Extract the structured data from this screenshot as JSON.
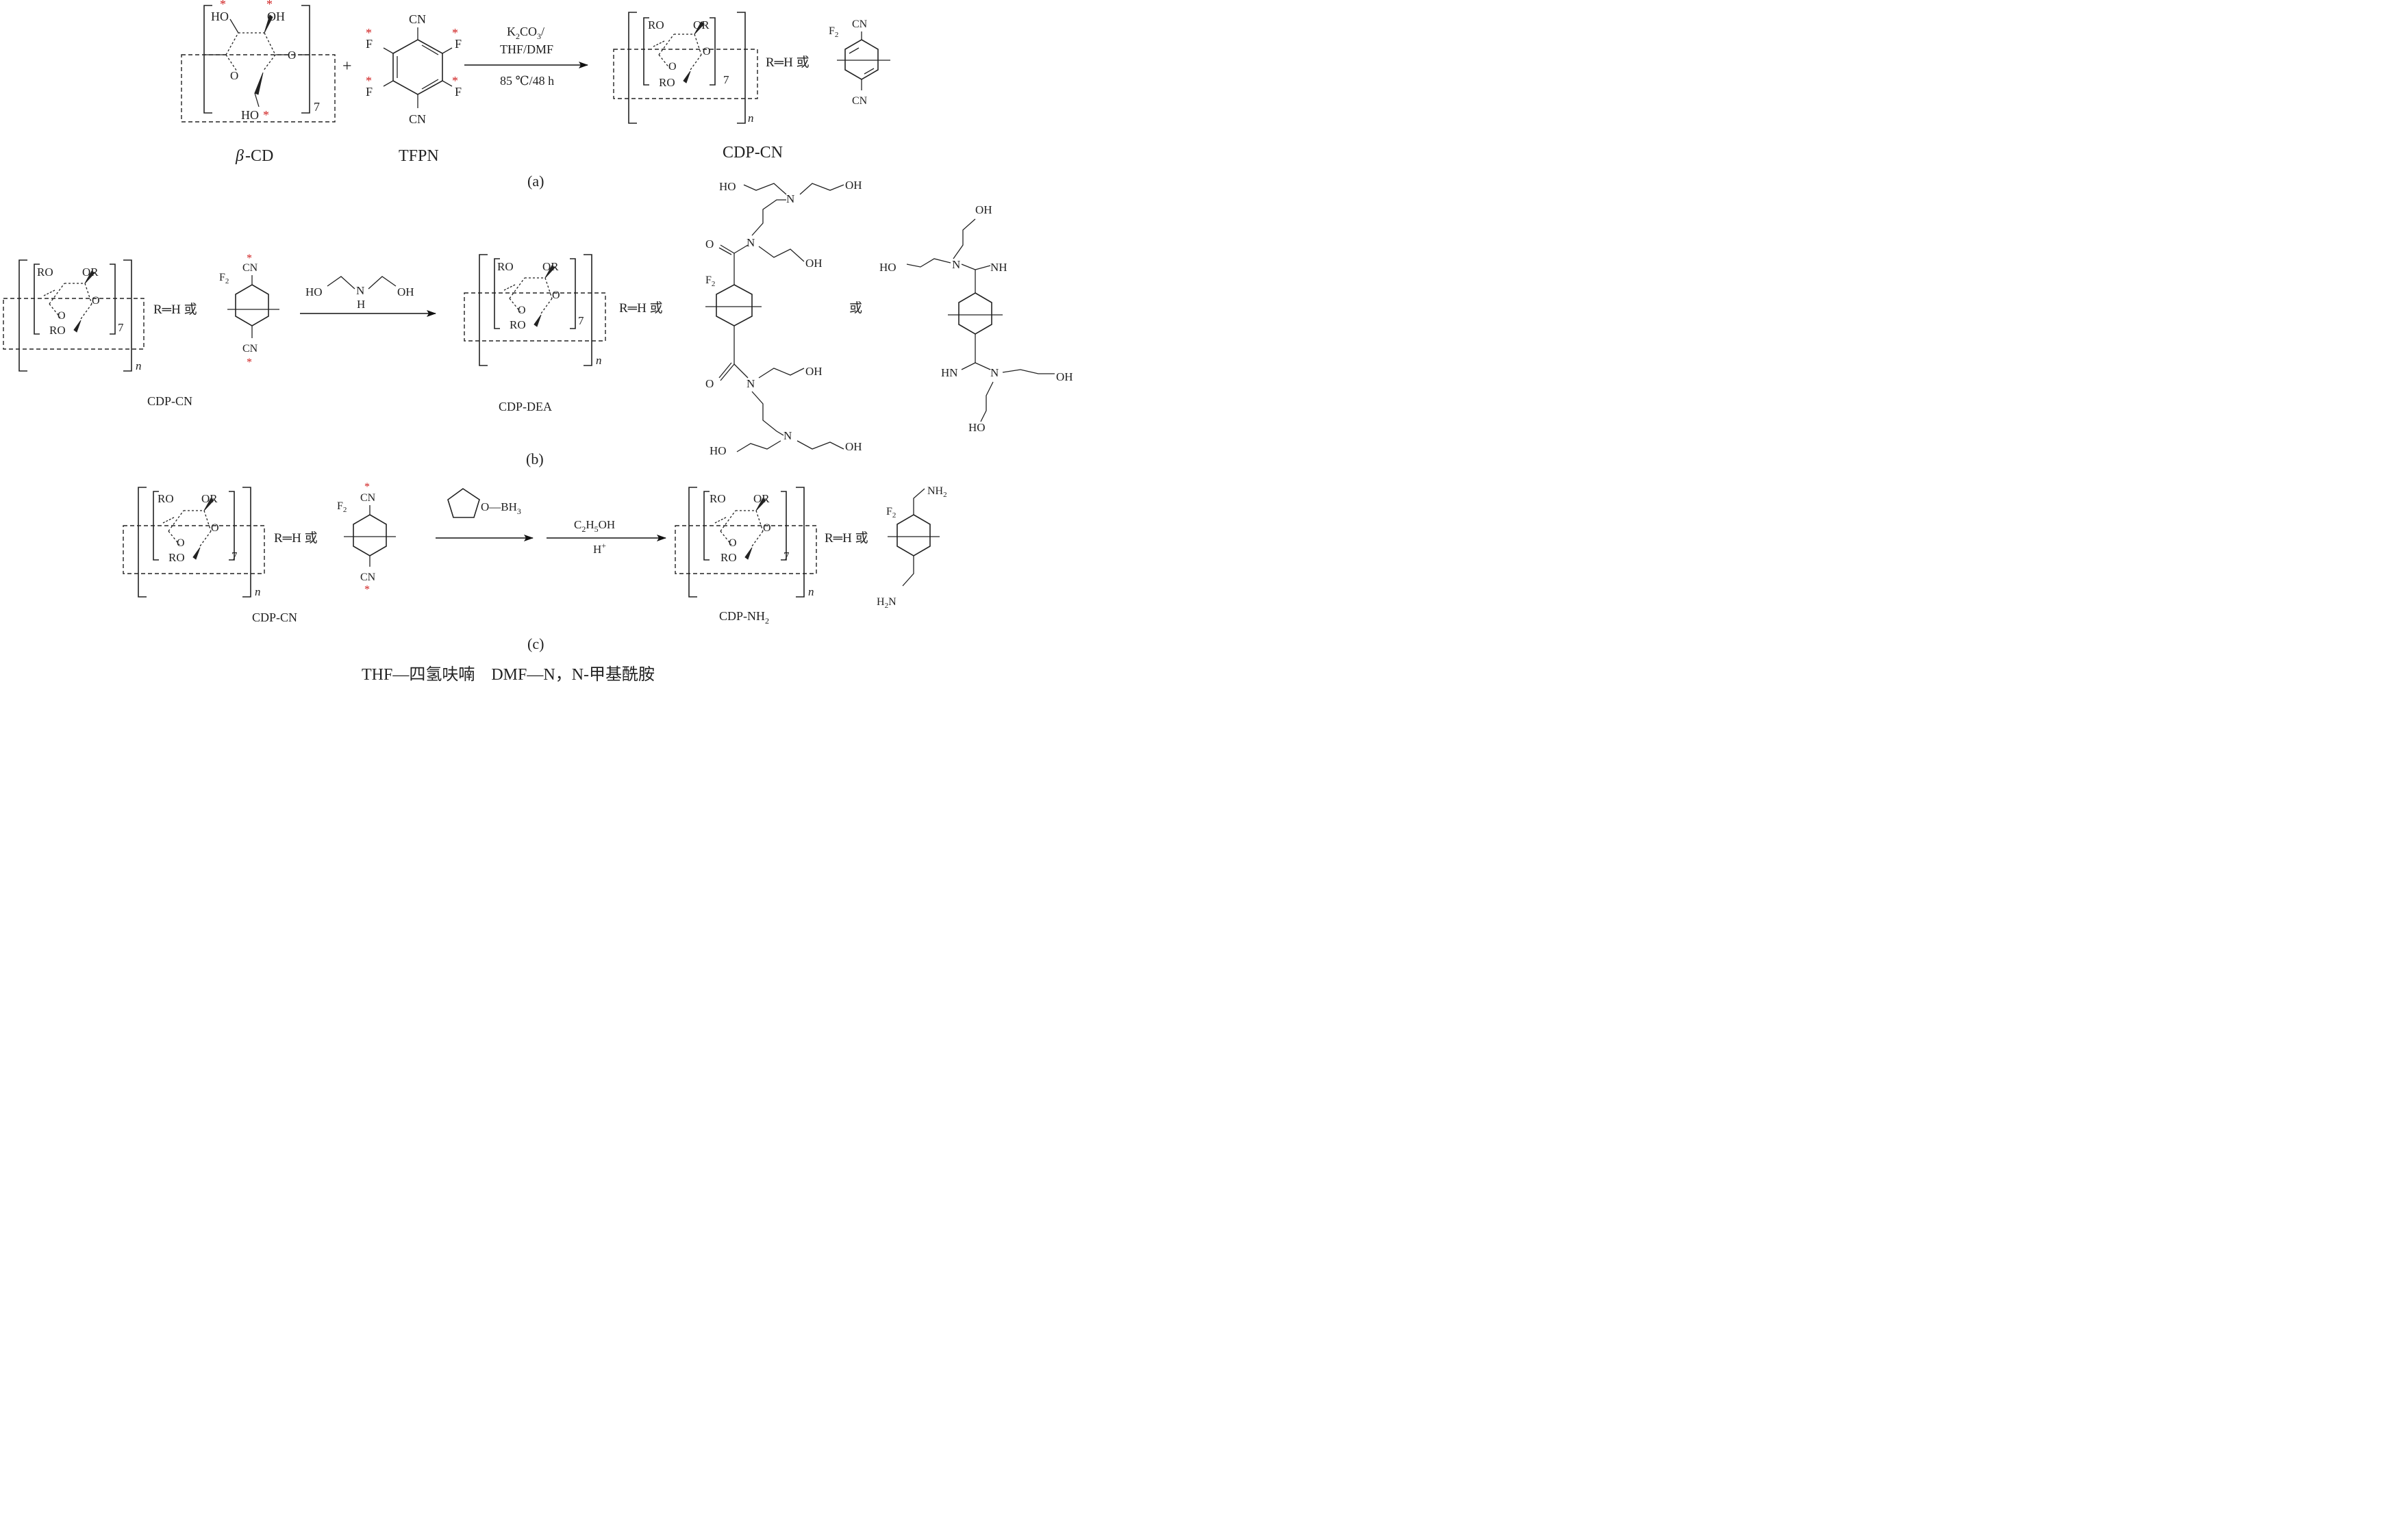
{
  "colors": {
    "asterisk": "#d02020",
    "ink": "#222222"
  },
  "labels": {
    "ho": "HO",
    "oh": "OH",
    "ro": "RO",
    "or": "OR",
    "o": "O",
    "seven": "7",
    "n_sub": "n",
    "plus": "+",
    "cn": "CN",
    "f": "F",
    "f2": "F",
    "two": "2",
    "n_atom": "N",
    "h": "H",
    "nh": "NH",
    "hn": "HN",
    "nh2": "NH",
    "h2n": "H",
    "h2n_tail": "N",
    "r_eq": "R═H 或",
    "or_cn": "或",
    "asterisk": "*"
  },
  "panel_a": {
    "reagent_line1": "K",
    "reagent_line1_sub": "2",
    "reagent_line1_mid": "CO",
    "reagent_line1_sub2": "3",
    "reagent_line1_tail": "/",
    "reagent_line2": "THF/DMF",
    "reagent_line3": "85 ℃/48 h",
    "name_bcd_beta": "β",
    "name_bcd": "-CD",
    "name_tfpn": "TFPN",
    "name_product": "CDP-CN",
    "panel_label": "(a)"
  },
  "panel_b": {
    "name_start": "CDP-CN",
    "name_product": "CDP-DEA",
    "panel_label": "(b)"
  },
  "panel_c": {
    "name_start": "CDP-CN",
    "reagent_bh3": "O—BH",
    "reagent_bh3_sub": "3",
    "reagent_etoh_1": "C",
    "reagent_etoh_sub1": "2",
    "reagent_etoh_2": "H",
    "reagent_etoh_sub2": "5",
    "reagent_etoh_3": "OH",
    "reagent_acid": "H",
    "reagent_acid_sup": "+",
    "name_product": "CDP-NH",
    "name_product_sub": "2",
    "panel_label": "(c)"
  },
  "footnote": "THF—四氢呋喃　DMF—N，N-甲基酰胺"
}
